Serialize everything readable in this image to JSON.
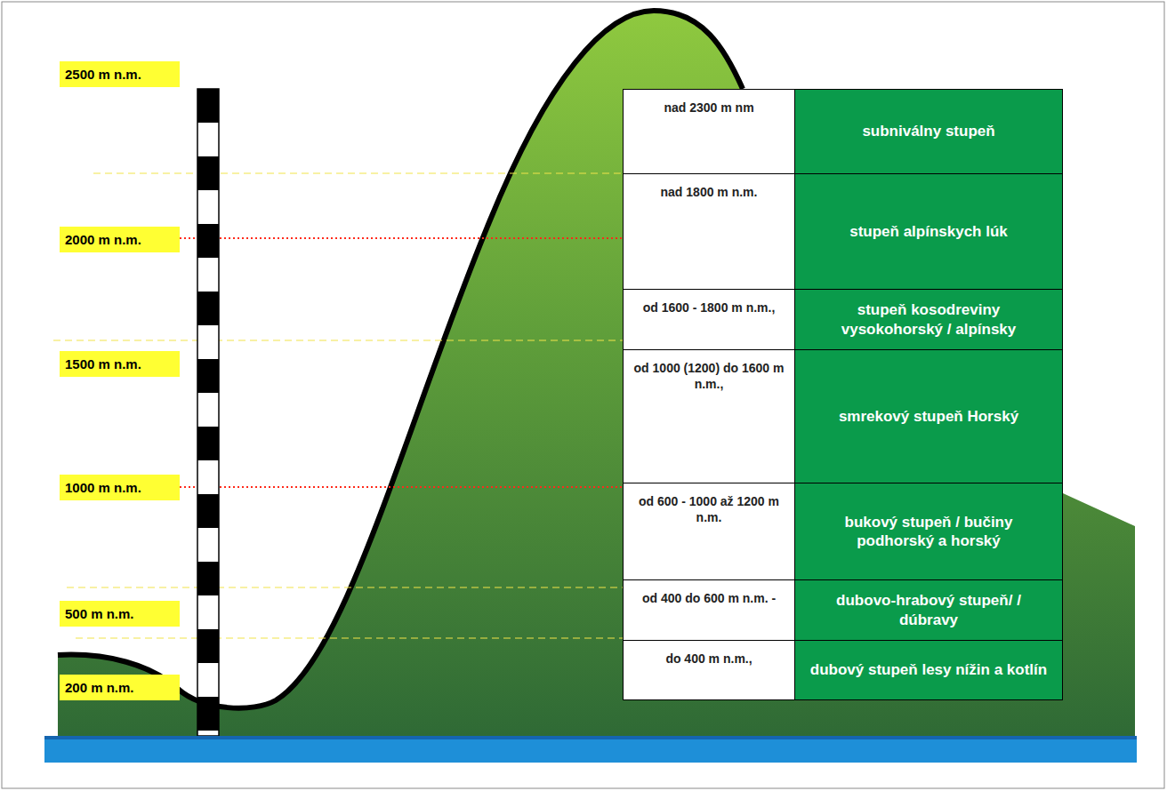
{
  "diagram": {
    "nodes": [
      {
        "text": [
          "2500 m n.m."
        ]
      },
      {
        "text": [
          "2000 m n.m."
        ]
      },
      {
        "text": [
          "1500 m n.m."
        ]
      },
      {
        "text": [
          "1000 m n.m."
        ]
      },
      {
        "text": [
          "500 m n.m."
        ]
      },
      {
        "text": [
          "200 m n.m."
        ]
      },
      {
        "text": [
          "nad 2300 m nm"
        ]
      },
      {
        "text": [
          "subniválny stupeň"
        ]
      },
      {
        "text": [
          "nad 1800 m n.m."
        ]
      },
      {
        "text": [
          "stupeň alpínskych lúk"
        ]
      },
      {
        "text": [
          "od 1600 - 1800 m n.m.,"
        ]
      },
      {
        "text": [
          "stupeň kosodreviny vysokohorský / alpínsky"
        ]
      },
      {
        "text": [
          "od 1000 (1200) do 1600 m n.m.,"
        ]
      },
      {
        "text": [
          "smrekový stupeň Horský"
        ]
      },
      {
        "text": [
          "od 600 - 1000 až 1200 m n.m."
        ]
      },
      {
        "text": [
          "bukový stupeň / bučiny podhorský a horský"
        ]
      },
      {
        "text": [
          "od 400 do 600 m n.m. -"
        ]
      },
      {
        "text": [
          "dubovo-hrabový stupeň/ / dúbravy"
        ]
      },
      {
        "text": [
          "do 400 m n.m.,"
        ]
      },
      {
        "text": [
          "dubový stupeň lesy nížin a kotlín"
        ]
      }
    ]
  }
}
